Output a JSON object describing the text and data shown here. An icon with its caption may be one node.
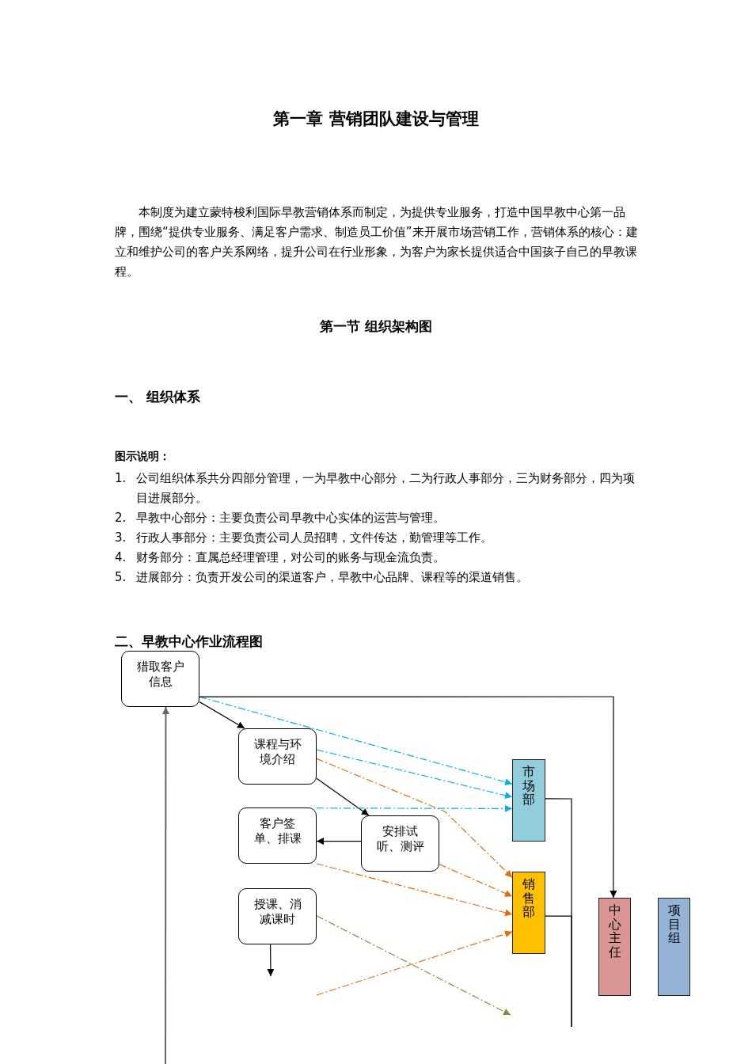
{
  "diagram": {
    "title": "第一章 营销团队建设与管理",
    "nodes": [
      {
        "text": [
          "猎取客户信息"
        ]
      },
      {
        "text": [
          "课程与环境介绍"
        ]
      },
      {
        "text": [
          "客户签单、排课"
        ]
      },
      {
        "text": [
          "安排试听、测评"
        ]
      },
      {
        "text": [
          "授课、消减课时"
        ]
      },
      {
        "text": [
          "市场部"
        ]
      },
      {
        "text": [
          "销售部"
        ]
      },
      {
        "text": [
          "中心主任"
        ]
      },
      {
        "text": [
          "项目组"
        ]
      }
    ],
    "edges": [
      {
        "from": 0,
        "to": 1,
        "arrow": "to"
      },
      {
        "from": 1,
        "to": 3,
        "arrow": "to"
      },
      {
        "from": 3,
        "to": 2,
        "arrow": "to"
      },
      {
        "from": 4,
        "to": null,
        "arrow": "to"
      },
      {
        "from": null,
        "to": 0,
        "arrow": "to",
        "color": "#666666"
      },
      {
        "from": 0,
        "to": 5,
        "arrow": "to",
        "style": "dashed",
        "color": "#00b0f0"
      },
      {
        "from": 1,
        "to": 5,
        "arrow": "to",
        "style": "dashed",
        "color": "#00b0f0"
      },
      {
        "from": 2,
        "to": 5,
        "arrow": "to",
        "style": "dashed",
        "color": "#00b0f0"
      },
      {
        "from": 1,
        "to": 6,
        "arrow": "to",
        "style": "dashed",
        "color": "#e46c0a"
      },
      {
        "from": 3,
        "to": 6,
        "arrow": "to",
        "style": "dashed",
        "color": "#e46c0a"
      },
      {
        "from": 2,
        "to": 6,
        "arrow": "to",
        "style": "dashed",
        "color": "#e46c0a"
      },
      {
        "from": null,
        "to": 6,
        "arrow": "to",
        "style": "dashed",
        "color": "#e46c0a"
      },
      {
        "from": 4,
        "to": null,
        "arrow": "to",
        "style": "dashed",
        "color": "#77933c"
      },
      {
        "from": 0,
        "to": 7,
        "arrow": "to"
      },
      {
        "from": 5,
        "to": null,
        "arrow": "none"
      },
      {
        "from": 6,
        "to": null,
        "arrow": "none"
      }
    ],
    "labels": [
      "本制度为建立蒙特梭利国际早教营销体系而制定，为提供专业服务，打造中国早教中心第一品牌，围绕“提供专业服务、满足客户需求、制造员工价值”来开展市场营销工作，营销体系的核心：建立和维护公司的客户关系网络，提升公司在行业形象，为客户为家长提供适合中国孩子自己的早教课程。",
      "第一节  组织架构图",
      "一、 组织体系",
      "图示说明：",
      "1.",
      "公司组织体系共分四部分管理，一为早教中心部分，二为行政人事部分，三为财务部分，四为项目进展部分。",
      "2.",
      "早教中心部分：主要负责公司早教中心实体的运营与管理。",
      "3.",
      "行政人事部分：主要负责公司人员招聘，文件传达，勤管理等工作。",
      "4.",
      "财务部分：直属总经理管理，对公司的账务与现金流负责。",
      "5.",
      "进展部分：负责开发公司的渠道客户，早教中心品牌、课程等的渠道销售。",
      "二、早教中心作业流程图"
    ]
  }
}
